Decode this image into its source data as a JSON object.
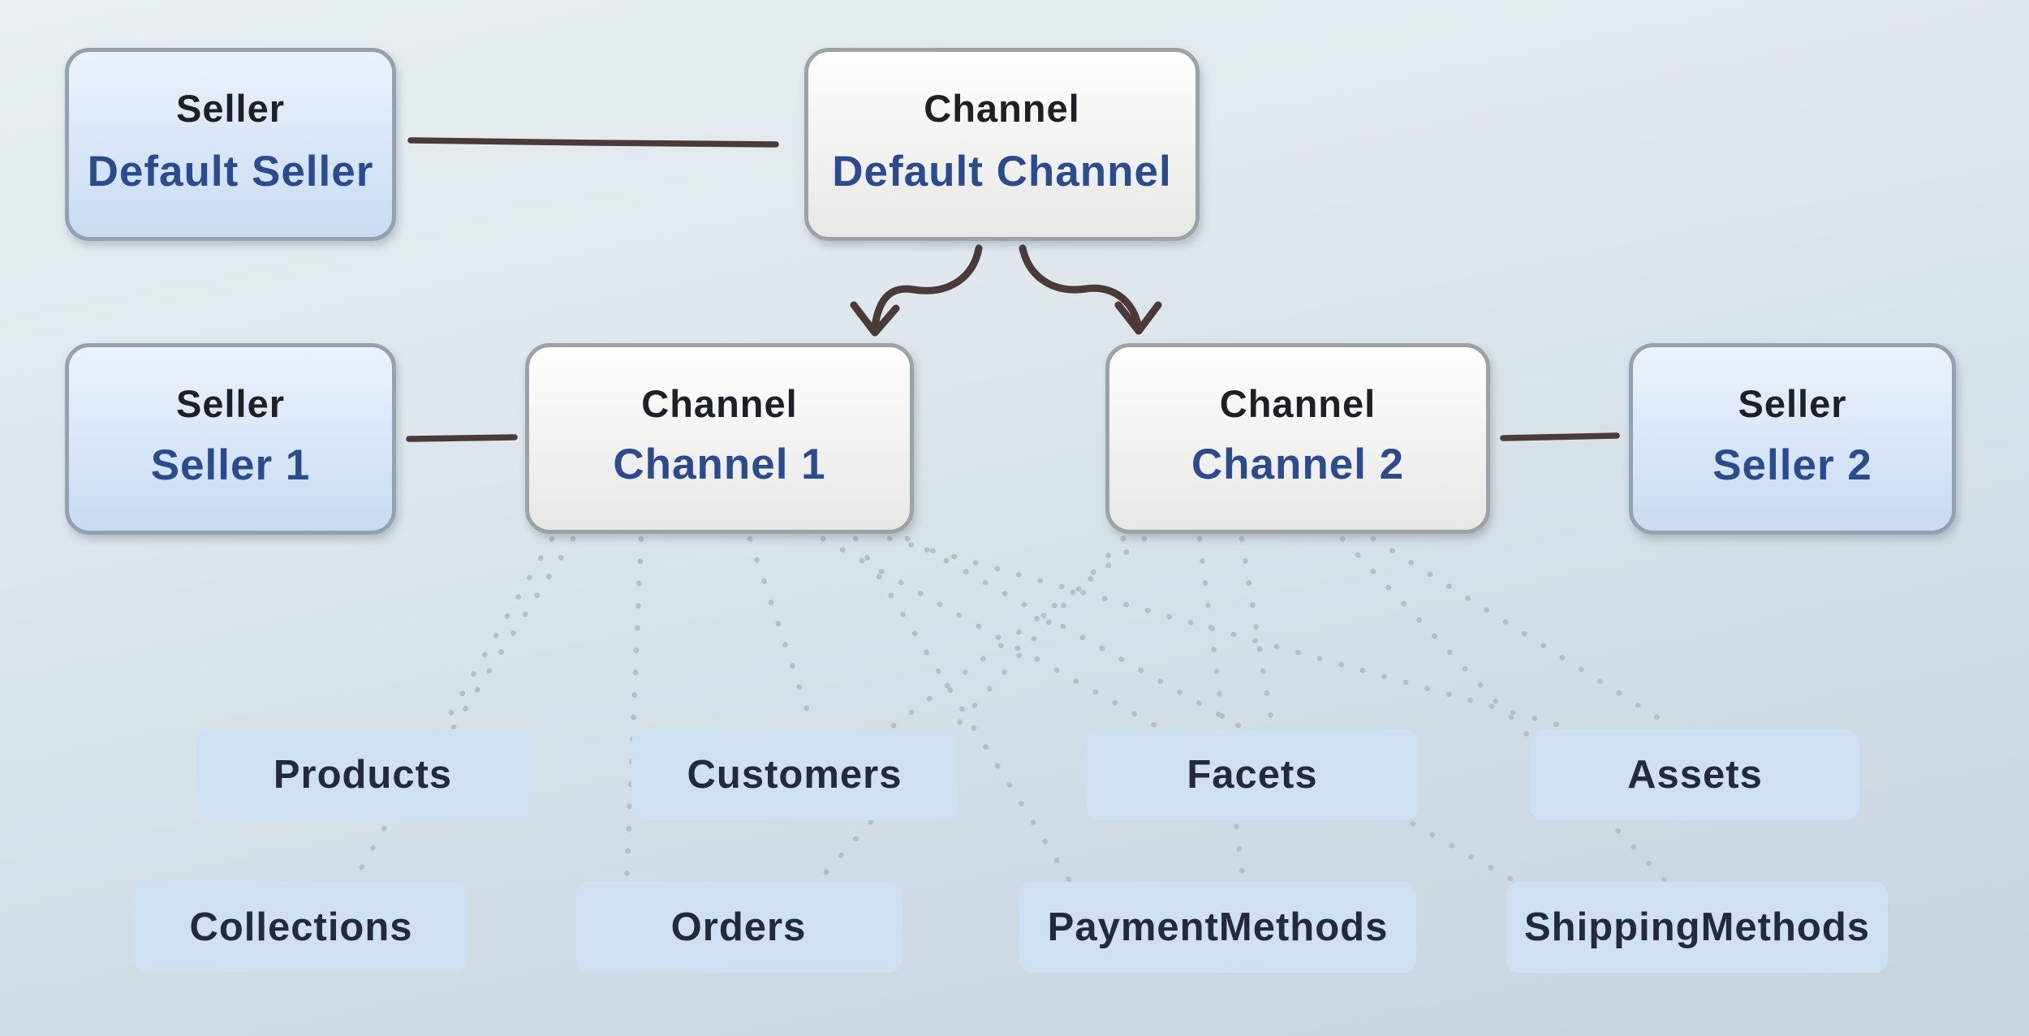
{
  "nodes": {
    "default_seller": {
      "title": "Seller",
      "name": "Default Seller"
    },
    "default_channel": {
      "title": "Channel",
      "name": "Default Channel"
    },
    "seller_1": {
      "title": "Seller",
      "name": "Seller 1"
    },
    "channel_1": {
      "title": "Channel",
      "name": "Channel 1"
    },
    "channel_2": {
      "title": "Channel",
      "name": "Channel 2"
    },
    "seller_2": {
      "title": "Seller",
      "name": "Seller 2"
    }
  },
  "entities": {
    "row1": [
      "Products",
      "Customers",
      "Facets",
      "Assets"
    ],
    "row2": [
      "Collections",
      "Orders",
      "PaymentMethods",
      "ShippingMethods"
    ]
  },
  "relationships": {
    "solid_links": [
      "Default Seller — Default Channel",
      "Seller 1 — Channel 1",
      "Channel 2 — Seller 2"
    ],
    "arrows": [
      "Default Channel → Channel 1",
      "Default Channel → Channel 2"
    ],
    "channel_1_dotted_links": [
      "Products",
      "Collections",
      "Orders",
      "Customers",
      "Facets",
      "PaymentMethods",
      "Assets",
      "ShippingMethods"
    ],
    "channel_2_dotted_links": [
      "Customers",
      "Orders",
      "Facets",
      "PaymentMethods",
      "Assets",
      "ShippingMethods"
    ]
  },
  "colors": {
    "background_top": "#e8eef1",
    "background_bottom": "#c7d5df",
    "seller_box_fill": "#d6e5f6",
    "channel_box_fill": "#f4f4f3",
    "entity_box_fill": "#cfe0f3",
    "box_border": "#96a1ab",
    "title_text": "#1d2126",
    "name_text": "#2a4c8e",
    "entity_text": "#222b39",
    "solid_connector": "#4b3a38",
    "dotted_connector": "#b6bfc7"
  }
}
